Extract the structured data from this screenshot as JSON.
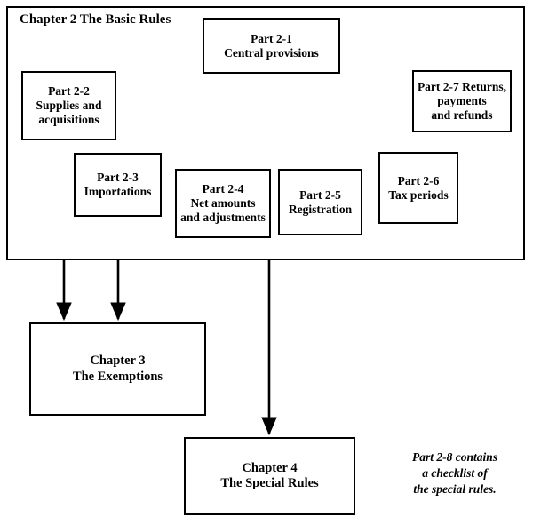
{
  "diagram": {
    "title": "Chapter 2  The Basic Rules",
    "container_label": "Chapter 2 The Basic Rules grouping box",
    "nodes": [
      {
        "id": "part-2-1",
        "label": "Part 2-1\nCentral provisions"
      },
      {
        "id": "part-2-2",
        "label": "Part 2-2\nSupplies and\nacquisitions"
      },
      {
        "id": "part-2-3",
        "label": "Part 2-3\nImportations"
      },
      {
        "id": "part-2-4",
        "label": "Part 2-4\nNet amounts\nand adjustments"
      },
      {
        "id": "part-2-5",
        "label": "Part 2-5\nRegistration"
      },
      {
        "id": "part-2-6",
        "label": "Part 2-6\nTax periods"
      },
      {
        "id": "part-2-7",
        "label": "Part 2-7 Returns,\npayments\nand refunds"
      },
      {
        "id": "chapter-3",
        "label": "Chapter 3\nThe Exemptions"
      },
      {
        "id": "chapter-4",
        "label": "Chapter 4\nThe Special Rules"
      }
    ],
    "note": "Part 2-8 contains\n a checklist of\nthe special rules.",
    "colors": {
      "stroke": "#000000",
      "background": "#ffffff",
      "text": "#000000"
    },
    "edges": [
      {
        "from": "part-2-1",
        "to": "part-2-2",
        "style": "arrow"
      },
      {
        "from": "part-2-1",
        "to": "part-2-3",
        "style": "arrow"
      },
      {
        "from": "part-2-1",
        "to": "part-2-4",
        "style": "arrow"
      },
      {
        "from": "part-2-1",
        "to": "part-2-5",
        "style": "arrow"
      },
      {
        "from": "part-2-1",
        "to": "part-2-6",
        "style": "arrow"
      },
      {
        "from": "part-2-1",
        "to": "part-2-7",
        "style": "arrow"
      },
      {
        "from": "part-2-2",
        "to": "chapter-3",
        "style": "arrow"
      },
      {
        "from": "part-2-3",
        "to": "chapter-3",
        "style": "arrow"
      },
      {
        "from": "chapter-2-container",
        "to": "chapter-4",
        "style": "arrow"
      }
    ]
  }
}
